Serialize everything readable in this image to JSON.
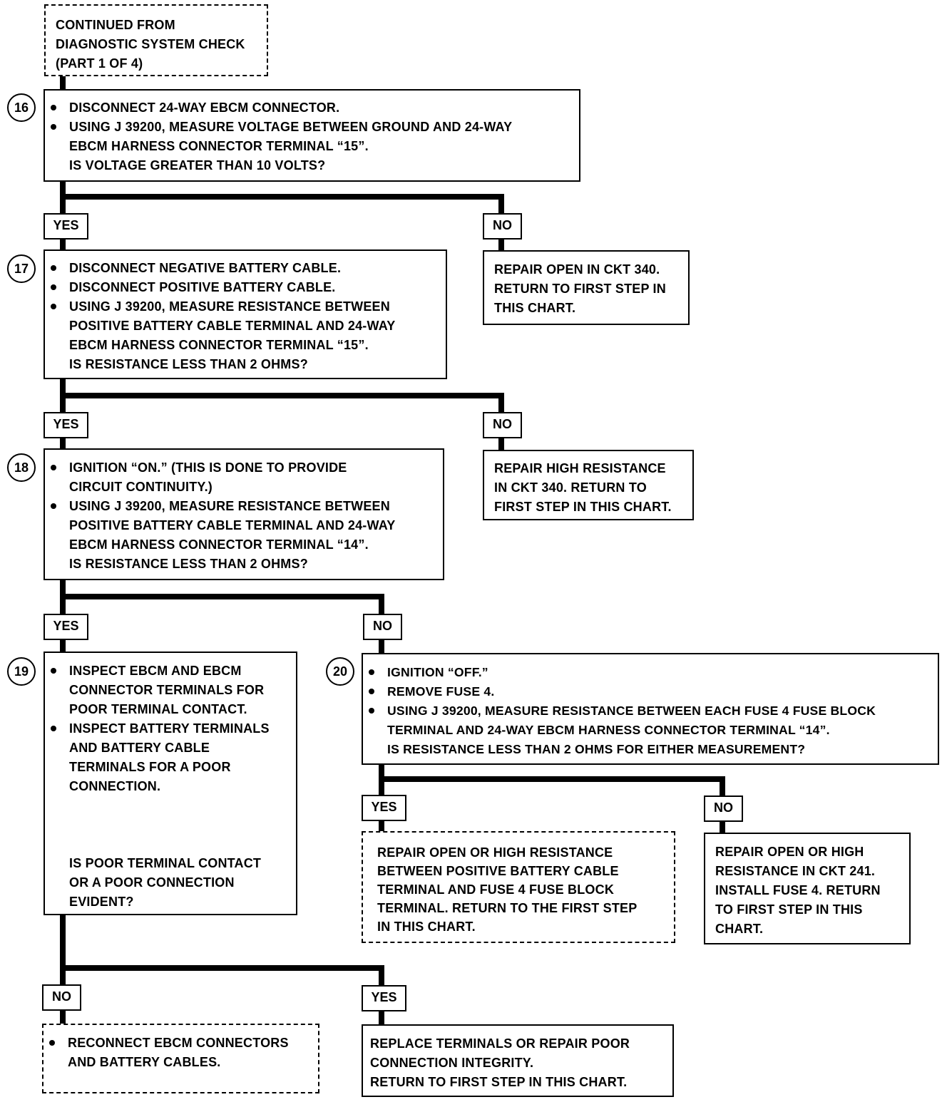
{
  "start": {
    "lines": [
      "CONTINUED FROM",
      "DIAGNOSTIC SYSTEM CHECK",
      "(PART 1 OF 4)"
    ]
  },
  "step16": {
    "number": "16",
    "bullets": [
      [
        "DISCONNECT 24-WAY EBCM CONNECTOR."
      ],
      [
        "USING J 39200, MEASURE VOLTAGE BETWEEN GROUND AND 24-WAY",
        "EBCM HARNESS CONNECTOR TERMINAL “15”."
      ]
    ],
    "question": "IS VOLTAGE GREATER THAN 10 VOLTS?"
  },
  "yes_label": "YES",
  "no_label": "NO",
  "result16_no": {
    "lines": [
      "REPAIR OPEN IN CKT 340.",
      "RETURN TO FIRST STEP IN",
      "THIS CHART."
    ]
  },
  "step17": {
    "number": "17",
    "bullets": [
      [
        "DISCONNECT NEGATIVE BATTERY CABLE."
      ],
      [
        "DISCONNECT POSITIVE BATTERY CABLE."
      ],
      [
        "USING J 39200, MEASURE RESISTANCE BETWEEN",
        "POSITIVE BATTERY CABLE TERMINAL AND 24-WAY",
        "EBCM HARNESS CONNECTOR TERMINAL “15”."
      ]
    ],
    "question": "IS RESISTANCE LESS THAN 2 OHMS?"
  },
  "result17_no": {
    "lines": [
      "REPAIR HIGH RESISTANCE",
      "IN CKT 340.  RETURN TO",
      "FIRST STEP IN THIS CHART."
    ]
  },
  "step18": {
    "number": "18",
    "bullets": [
      [
        "IGNITION “ON.”  (THIS IS DONE TO PROVIDE",
        "CIRCUIT CONTINUITY.)"
      ],
      [
        "USING J 39200, MEASURE RESISTANCE BETWEEN",
        "POSITIVE BATTERY CABLE TERMINAL AND 24-WAY",
        "EBCM HARNESS CONNECTOR TERMINAL “14”."
      ]
    ],
    "question": "IS RESISTANCE LESS THAN 2 OHMS?"
  },
  "step19": {
    "number": "19",
    "bullets": [
      [
        "INSPECT EBCM AND EBCM",
        "CONNECTOR TERMINALS FOR",
        "POOR TERMINAL CONTACT."
      ],
      [
        "INSPECT BATTERY TERMINALS",
        "AND BATTERY CABLE",
        "TERMINALS FOR A POOR",
        "CONNECTION."
      ]
    ],
    "question": [
      "IS POOR TERMINAL CONTACT",
      "OR A POOR CONNECTION",
      "EVIDENT?"
    ]
  },
  "step20": {
    "number": "20",
    "bullets": [
      [
        "IGNITION “OFF.”"
      ],
      [
        "REMOVE FUSE 4."
      ],
      [
        "USING J 39200, MEASURE RESISTANCE BETWEEN EACH FUSE 4 FUSE BLOCK",
        "TERMINAL AND 24-WAY EBCM HARNESS CONNECTOR TERMINAL “14”."
      ]
    ],
    "question": "IS RESISTANCE LESS THAN 2 OHMS FOR EITHER MEASUREMENT?"
  },
  "result20_yes": {
    "lines": [
      "REPAIR OPEN OR HIGH RESISTANCE",
      "BETWEEN POSITIVE BATTERY CABLE",
      "TERMINAL AND FUSE 4 FUSE BLOCK",
      "TERMINAL.  RETURN TO THE FIRST STEP",
      "IN THIS CHART."
    ]
  },
  "result20_no": {
    "lines": [
      "REPAIR OPEN OR HIGH",
      "RESISTANCE IN CKT 241.",
      "INSTALL FUSE 4.  RETURN",
      "TO FIRST STEP IN THIS",
      "CHART."
    ]
  },
  "result19_no": {
    "bullets": [
      [
        "RECONNECT EBCM CONNECTORS",
        "AND BATTERY CABLES."
      ]
    ]
  },
  "result19_yes": {
    "lines": [
      "REPLACE TERMINALS OR REPAIR POOR",
      "CONNECTION INTEGRITY.",
      "RETURN TO FIRST STEP IN THIS CHART."
    ]
  }
}
